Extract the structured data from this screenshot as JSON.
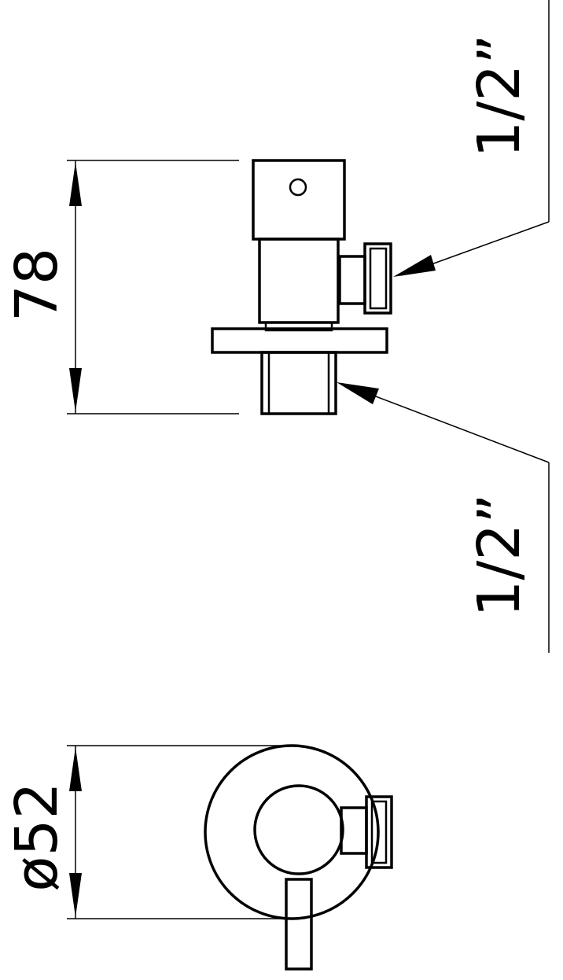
{
  "dimensions": {
    "height": "78",
    "diameter": "ø52",
    "thread_outlet": "1/2”",
    "thread_inlet": "1/2”"
  },
  "colors": {
    "line": "#000000",
    "background": "#ffffff"
  }
}
